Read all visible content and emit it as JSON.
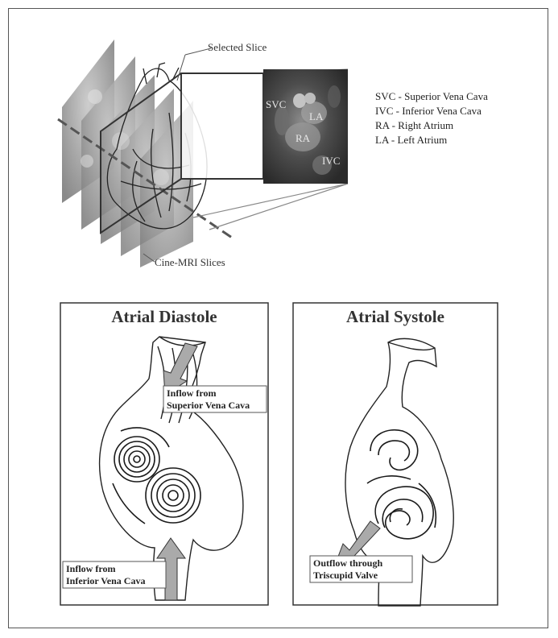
{
  "top_figure": {
    "selected_slice_label": "Selected Slice",
    "cine_mri_label": "Cine-MRI Slices",
    "mri_labels": {
      "svc": "SVC",
      "la": "LA",
      "ra": "RA",
      "ivc": "IVC"
    },
    "legend": [
      "SVC - Superior Vena Cava",
      "IVC - Inferior Vena Cava",
      "RA - Right Atrium",
      "LA - Left Atrium"
    ]
  },
  "panels": {
    "diastole": {
      "title": "Atrial Diastole",
      "box1_line1": "Inflow from",
      "box1_line2": "Superior Vena Cava",
      "box2_line1": "Inflow from",
      "box2_line2": "Inferior Vena Cava"
    },
    "systole": {
      "title": "Atrial Systole",
      "box_line1": "Outflow through",
      "box_line2": "Triscupid Valve"
    }
  },
  "colors": {
    "mri_bg": "#3a3a3a",
    "slice_fill": "#9a9a9a",
    "arrow_fill": "#aaaaaa"
  }
}
